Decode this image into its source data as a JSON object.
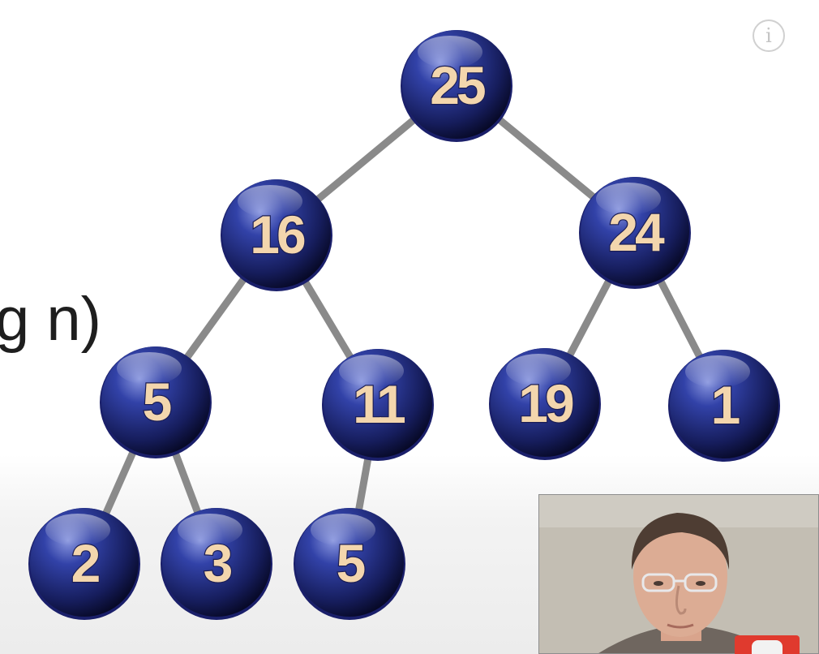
{
  "partial_text": "g n)",
  "info_button": {
    "icon": "info-icon",
    "glyph": "i"
  },
  "node_colors": {
    "sphere": "#1e2a78",
    "label_fill": "#f3d6ad",
    "edge": "#8a8a8a"
  },
  "tree": {
    "type": "binary-max-heap",
    "nodes": [
      {
        "id": "n25",
        "label": "25",
        "children": [
          "n16",
          "n24"
        ]
      },
      {
        "id": "n16",
        "label": "16",
        "children": [
          "n5a",
          "n11"
        ]
      },
      {
        "id": "n24",
        "label": "24",
        "children": [
          "n19",
          "n1"
        ]
      },
      {
        "id": "n5a",
        "label": "5",
        "children": [
          "n2",
          "n3"
        ]
      },
      {
        "id": "n11",
        "label": "11",
        "children": [
          "n5b"
        ]
      },
      {
        "id": "n19",
        "label": "19",
        "children": []
      },
      {
        "id": "n1",
        "label": "1",
        "children": []
      },
      {
        "id": "n2",
        "label": "2",
        "children": []
      },
      {
        "id": "n3",
        "label": "3",
        "children": []
      },
      {
        "id": "n5b",
        "label": "5",
        "children": []
      }
    ]
  },
  "webcam": {
    "icon": "presenter-video"
  },
  "logo": {
    "icon": "youtube-logo-icon"
  }
}
